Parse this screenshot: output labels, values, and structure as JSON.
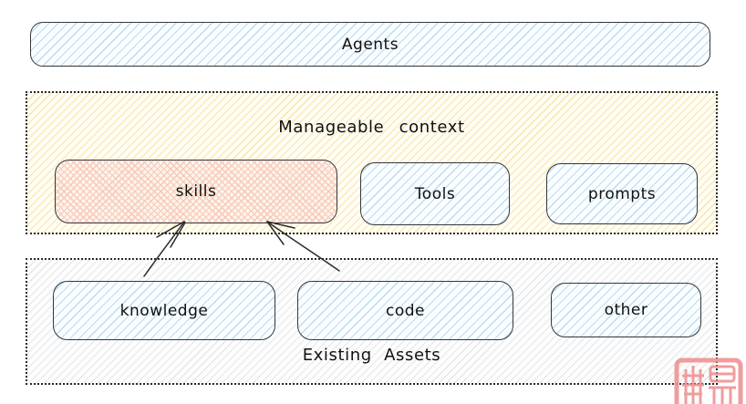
{
  "agents": {
    "label": "Agents"
  },
  "manageable": {
    "title": "Manageable  context",
    "boxes": [
      {
        "id": "skills",
        "label": "skills"
      },
      {
        "id": "tools",
        "label": "Tools"
      },
      {
        "id": "prompts",
        "label": "prompts"
      }
    ]
  },
  "existing": {
    "title": "Existing Assets",
    "boxes": [
      {
        "id": "knowledge",
        "label": "knowledge"
      },
      {
        "id": "code",
        "label": "code"
      },
      {
        "id": "other",
        "label": "other"
      }
    ]
  },
  "arrows": [
    {
      "from": "knowledge",
      "to": "skills"
    },
    {
      "from": "code",
      "to": "skills"
    }
  ],
  "colors": {
    "blue_hatch": "#b9ddf2",
    "yellow_hatch": "#f5e6ae",
    "pink_hatch": "#f6c9b6",
    "gray_hatch": "#e4e7ea",
    "box_border": "#33383d",
    "dotted_border": "#2a2a2a",
    "arrow": "#2b2b2b",
    "seal_red": "#ee8d8d",
    "text": "#111111"
  }
}
